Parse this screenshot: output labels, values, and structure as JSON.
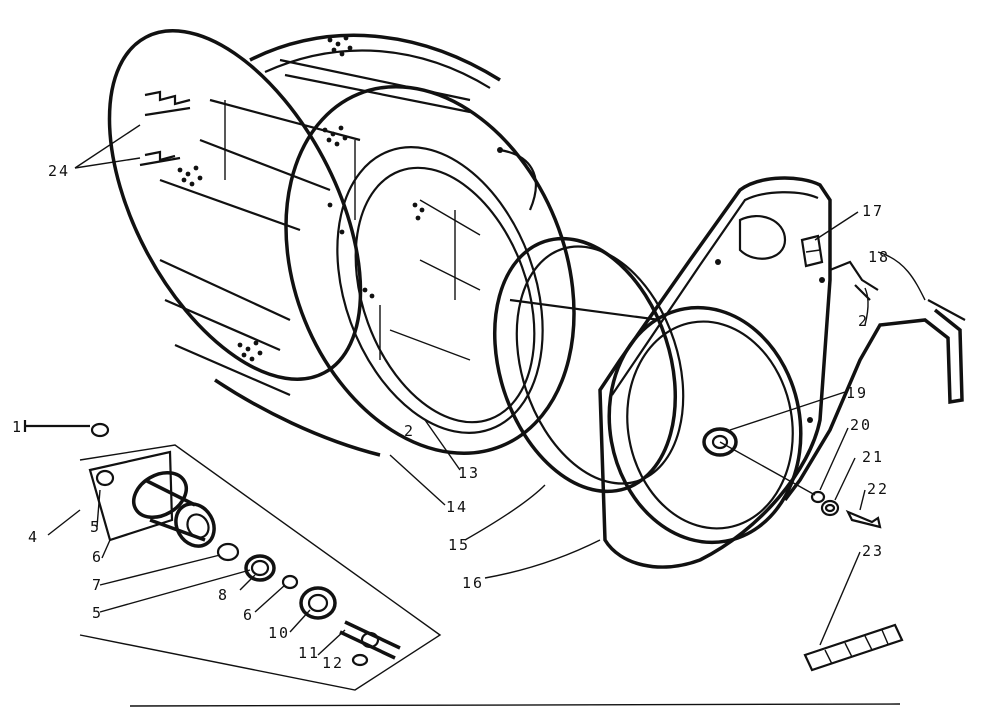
{
  "diagram": {
    "callouts": [
      {
        "id": "c24",
        "text": "24"
      },
      {
        "id": "c17",
        "text": "17"
      },
      {
        "id": "c18",
        "text": "18"
      },
      {
        "id": "c2a",
        "text": "2"
      },
      {
        "id": "c19",
        "text": "19"
      },
      {
        "id": "c20",
        "text": "20"
      },
      {
        "id": "c21",
        "text": "21"
      },
      {
        "id": "c22",
        "text": "22"
      },
      {
        "id": "c23",
        "text": "23"
      },
      {
        "id": "c13",
        "text": "13"
      },
      {
        "id": "c14",
        "text": "14"
      },
      {
        "id": "c15",
        "text": "15"
      },
      {
        "id": "c16",
        "text": "16"
      },
      {
        "id": "c1",
        "text": "1"
      },
      {
        "id": "c4",
        "text": "4"
      },
      {
        "id": "c5a",
        "text": "5"
      },
      {
        "id": "c6a",
        "text": "6"
      },
      {
        "id": "c7",
        "text": "7"
      },
      {
        "id": "c5b",
        "text": "5"
      },
      {
        "id": "c8",
        "text": "8"
      },
      {
        "id": "c6b",
        "text": "6"
      },
      {
        "id": "c10",
        "text": "10"
      },
      {
        "id": "c11",
        "text": "11"
      },
      {
        "id": "c12",
        "text": "12"
      },
      {
        "id": "c2b",
        "text": "2"
      }
    ]
  }
}
